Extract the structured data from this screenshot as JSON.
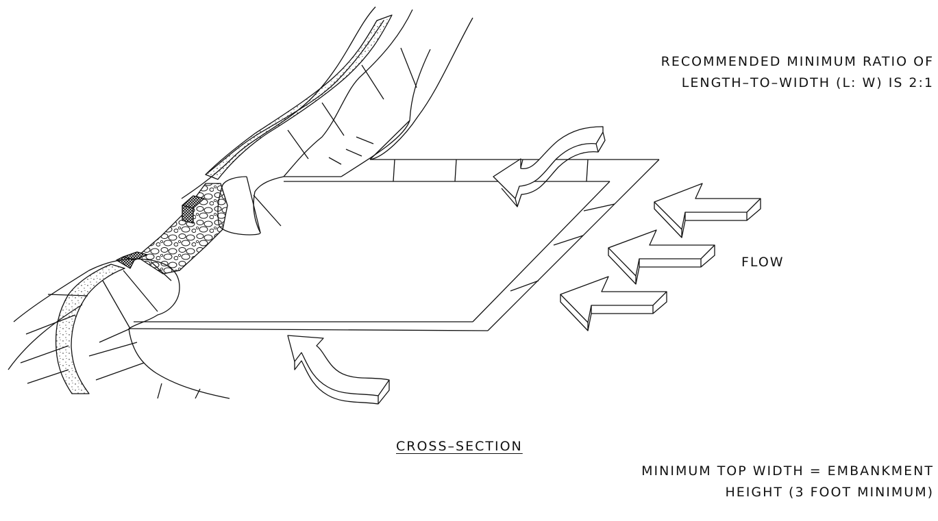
{
  "labels": {
    "ratio_line1": "RECOMMENDED MINIMUM RATIO OF",
    "ratio_line2": "LENGTH–TO–WIDTH (L: W) IS 2:1",
    "flow": "FLOW",
    "section": "CROSS–SECTION",
    "top_width_line1": "MINIMUM TOP WIDTH = EMBANKMENT",
    "top_width_line2": "HEIGHT (3 FOOT MINIMUM)"
  },
  "colors": {
    "ink": "#111111",
    "background": "#ffffff"
  }
}
